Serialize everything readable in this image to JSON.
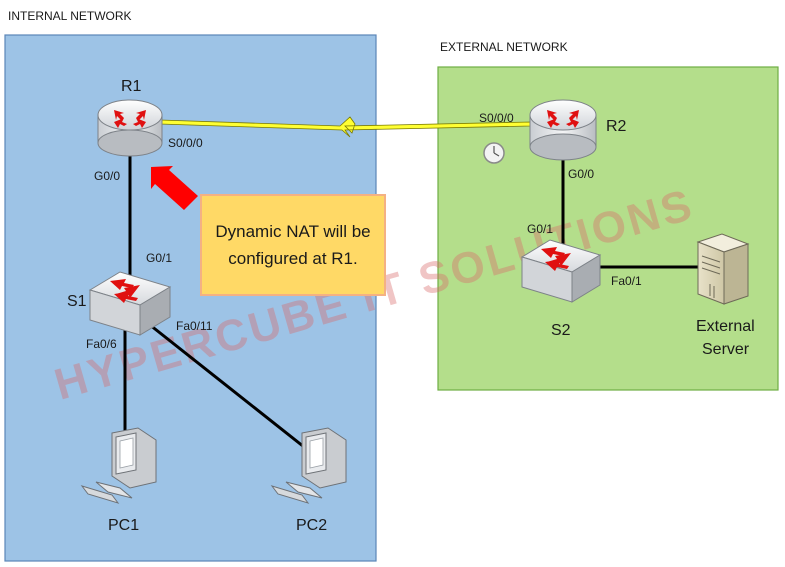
{
  "headers": {
    "internal": "INTERNAL NETWORK",
    "external": "EXTERNAL NETWORK"
  },
  "devices": {
    "r1": "R1",
    "r2": "R2",
    "s1": "S1",
    "s2": "S2",
    "pc1": "PC1",
    "pc2": "PC2",
    "server_line1": "External",
    "server_line2": "Server"
  },
  "ports": {
    "r1_serial": "S0/0/0",
    "r1_g00": "G0/0",
    "s1_g01": "G0/1",
    "s1_fa06": "Fa0/6",
    "s1_fa011": "Fa0/11",
    "r2_serial": "S0/0/0",
    "r2_g00": "G0/0",
    "s2_g01": "G0/1",
    "s2_fa01": "Fa0/1"
  },
  "callout": {
    "text": "Dynamic NAT will be configured at R1."
  },
  "watermark": "HYPERCUBE IT SOLUTIONS",
  "colors": {
    "internal_zone": "#9dc3e6",
    "external_zone": "#b4de8b",
    "callout_fill": "#ffd966",
    "arrow": "#ff0000",
    "serial_link": "#ffff33"
  }
}
